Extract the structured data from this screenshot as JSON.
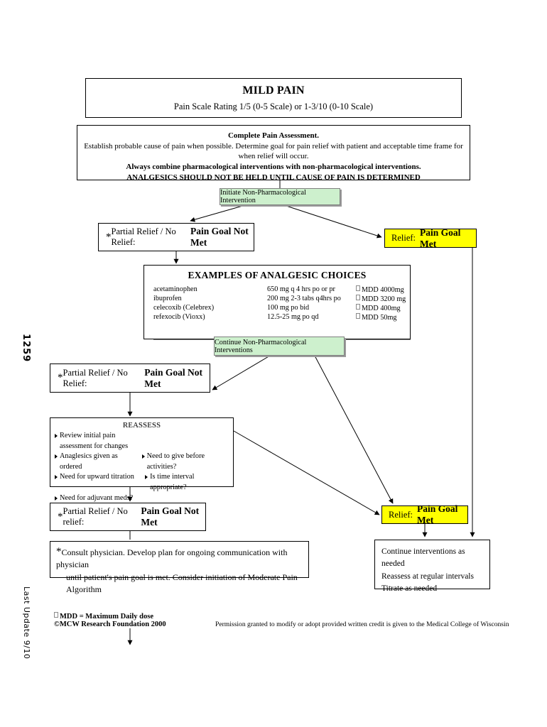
{
  "margin": {
    "doc_id": "1259",
    "last_update": "Last Update 9/10"
  },
  "title": {
    "heading": "MILD PAIN",
    "subheading": "Pain Scale Rating 1/5 (0-5 Scale) or 1-3/10 (0-10 Scale)"
  },
  "assessment": {
    "line1": "Complete Pain Assessment.",
    "line2": "Establish probable cause of pain when possible.  Determine goal for pain relief with patient and acceptable time frame for when relief will occur.",
    "line3": "Always combine pharmacological interventions with non-pharmacological interventions.",
    "line4": "ANALGESICS SHOULD NOT BE HELD UNTIL CAUSE OF PAIN IS DETERMINED"
  },
  "green_boxes": {
    "initiate": "Initiate Non-Pharmacological Intervention",
    "continue": "Continue Non-Pharmacological Interventions"
  },
  "relief_boxes": {
    "first": {
      "star": "*",
      "lead": "Partial Relief / No Relief:",
      "strong": "Pain Goal Not Met"
    },
    "second": {
      "star": "*",
      "lead": "Partial Relief / No Relief:",
      "strong": "Pain Goal Not Met"
    },
    "third": {
      "star": "*",
      "lead": "Partial Relief / No relief:",
      "strong": "Pain Goal Not Met"
    }
  },
  "yellow_boxes": {
    "first": {
      "lead": "Relief:",
      "strong": "Pain Goal Met"
    },
    "second": {
      "lead": "Relief:",
      "strong": "Pain Goal Met"
    }
  },
  "analgesics": {
    "title": "EXAMPLES OF ANALGESIC CHOICES",
    "rows": [
      {
        "drug": "acetaminophen",
        "dose": "650 mg q 4 hrs po or pr",
        "mdd": "MDD 4000mg"
      },
      {
        "drug": "ibuprofen",
        "dose": "200 mg 2-3 tabs q4hrs po",
        "mdd": "MDD 3200 mg"
      },
      {
        "drug": "celecoxib (Celebrex)",
        "dose": "100 mg po bid",
        "mdd": "MDD 400mg"
      },
      {
        "drug": "refexocib (Vioxx)",
        "dose": "12.5-25 mg po qd",
        "mdd": "MDD 50mg"
      }
    ]
  },
  "reassess": {
    "title": "REASSESS",
    "rows": [
      {
        "left": "Review initial pain assessment for changes",
        "right": ""
      },
      {
        "left": "Anaglesics given as ordered",
        "right": "Need to give before activities?"
      },
      {
        "left": "Need for upward titration",
        "right": "Is time interval appropriate?"
      },
      {
        "left": "Need for adjuvant meds?",
        "right": ""
      }
    ]
  },
  "consult": {
    "star": "*",
    "line1": "Consult physician.  Develop plan for ongoing communication with physician",
    "line2": "until patient's pain goal is met.  Consider initiation of Moderate Pain Algorithm"
  },
  "outcome": {
    "line1": "Continue interventions as needed",
    "line2": "Reassess at regular intervals",
    "line3": "Titrate as needed"
  },
  "footer": {
    "mdd_key": "MDD = Maximum Daily dose",
    "copyright": "©MCW Research Foundation 2000",
    "permission": "Permission granted to modify or adopt provided written credit is given to the Medical College of Wisconsin"
  },
  "colors": {
    "green_fill": "#cdf0cd",
    "yellow_fill": "#ffff00",
    "line": "#000000"
  }
}
